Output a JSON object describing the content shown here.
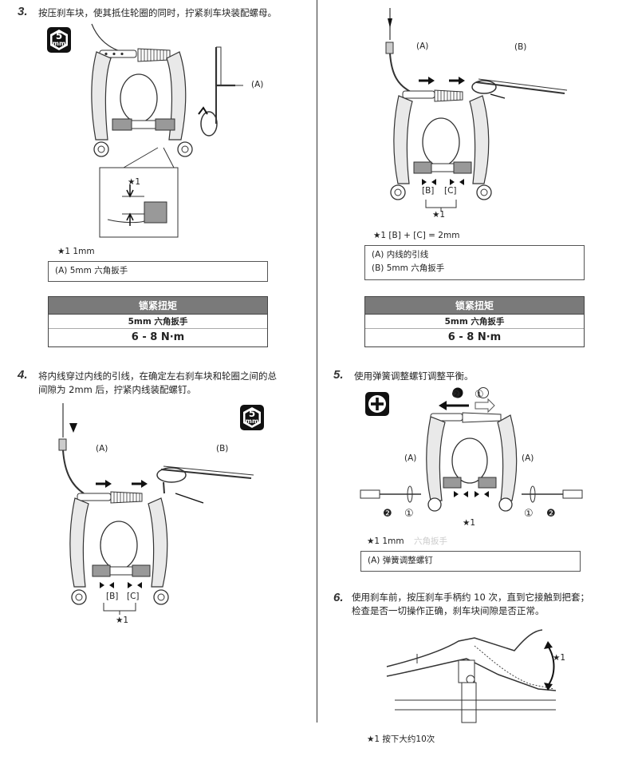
{
  "step3": {
    "num": "3.",
    "text": "按压刹车块，使其抵住轮圈的同时，拧紧刹车块装配螺母。",
    "label_a": "(A)",
    "star_label": "★1",
    "note": "★1  1mm",
    "legend": "(A)  5mm  六角扳手",
    "tool_num": "5",
    "tool_unit": "mm",
    "torque": {
      "header": "锁紧扭矩",
      "tool": "5mm  六角扳手",
      "value": "6 - 8 N·m"
    }
  },
  "step_right_top": {
    "label_a": "(A)",
    "label_b": "(B)",
    "label_bb": "[B]",
    "label_cc": "[C]",
    "star_label": "★1",
    "note": "★1  [B] + [C] = 2mm",
    "legend_a": "(A)  内线的引线",
    "legend_b": "(B)  5mm  六角扳手",
    "torque": {
      "header": "锁紧扭矩",
      "tool": "5mm  六角扳手",
      "value": "6 - 8 N·m"
    }
  },
  "step4": {
    "num": "4.",
    "text_line1": "将内线穿过内线的引线，在确定左右刹车块和轮圈之间的总",
    "text_line2": "间隙为  2mm  后，拧紧内线装配螺钉。",
    "label_a": "(A)",
    "label_b": "(B)",
    "label_bb": "[B]",
    "label_cc": "[C]",
    "star_label": "★1",
    "tool_num": "5",
    "tool_unit": "mm"
  },
  "step5": {
    "num": "5.",
    "text": "使用弹簧调整螺钉调整平衡。",
    "label_a_left": "(A)",
    "label_a_right": "(A)",
    "circle1": "①",
    "circle2": "❷",
    "star_label": "★1",
    "note": "★1  1mm",
    "ghost": "六角扳手",
    "legend": "(A)  弹簧调整螺钉"
  },
  "step6": {
    "num": "6.",
    "text_line1": "使用刹车前，按压刹车手柄约  10  次，直到它接触到把套；",
    "text_line2": "检查是否一切操作正确，刹车块间隙是否正常。",
    "star_label": "★1",
    "note": "★1  按下大约10次"
  }
}
